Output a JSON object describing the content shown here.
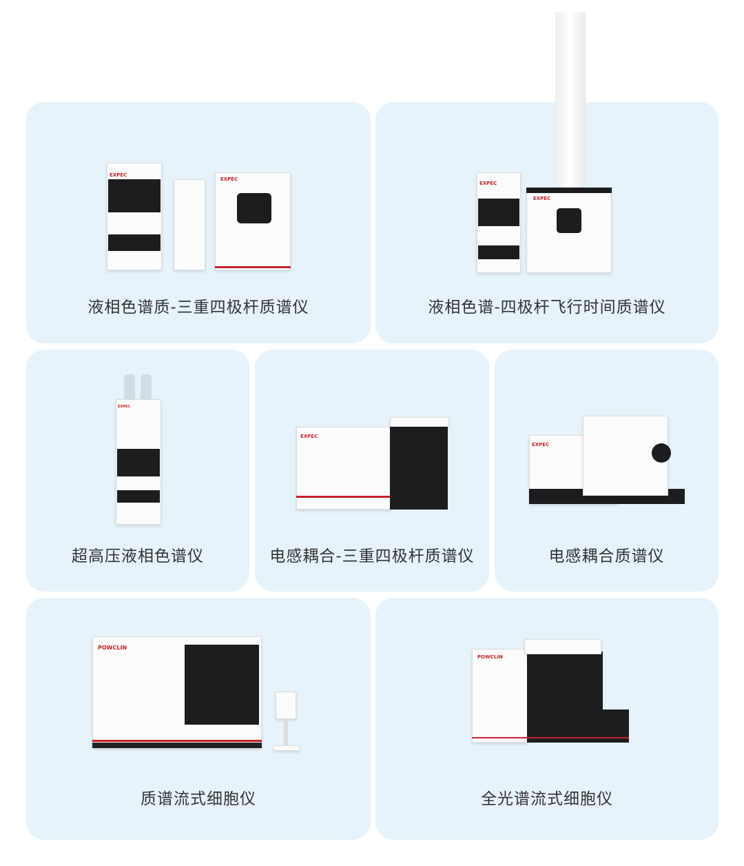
{
  "cards": [
    {
      "caption": "液相色谱质-三重四极杆质谱仪",
      "brand": "EXPEC"
    },
    {
      "caption": "液相色谱-四极杆飞行时间质谱仪",
      "brand": "EXPEC"
    },
    {
      "caption": "超高压液相色谱仪",
      "brand": "EXPEC"
    },
    {
      "caption": "电感耦合-三重四极杆质谱仪",
      "brand": "EXPEC"
    },
    {
      "caption": "电感耦合质谱仪",
      "brand": "EXPEC"
    },
    {
      "caption": "质谱流式细胞仪",
      "brand": "POWCLIN"
    },
    {
      "caption": "全光谱流式细胞仪",
      "brand": "POWCLIN"
    }
  ],
  "colors": {
    "card_bg": "#e6f3fb",
    "brand_red": "#c8202a",
    "caption": "#333333"
  }
}
